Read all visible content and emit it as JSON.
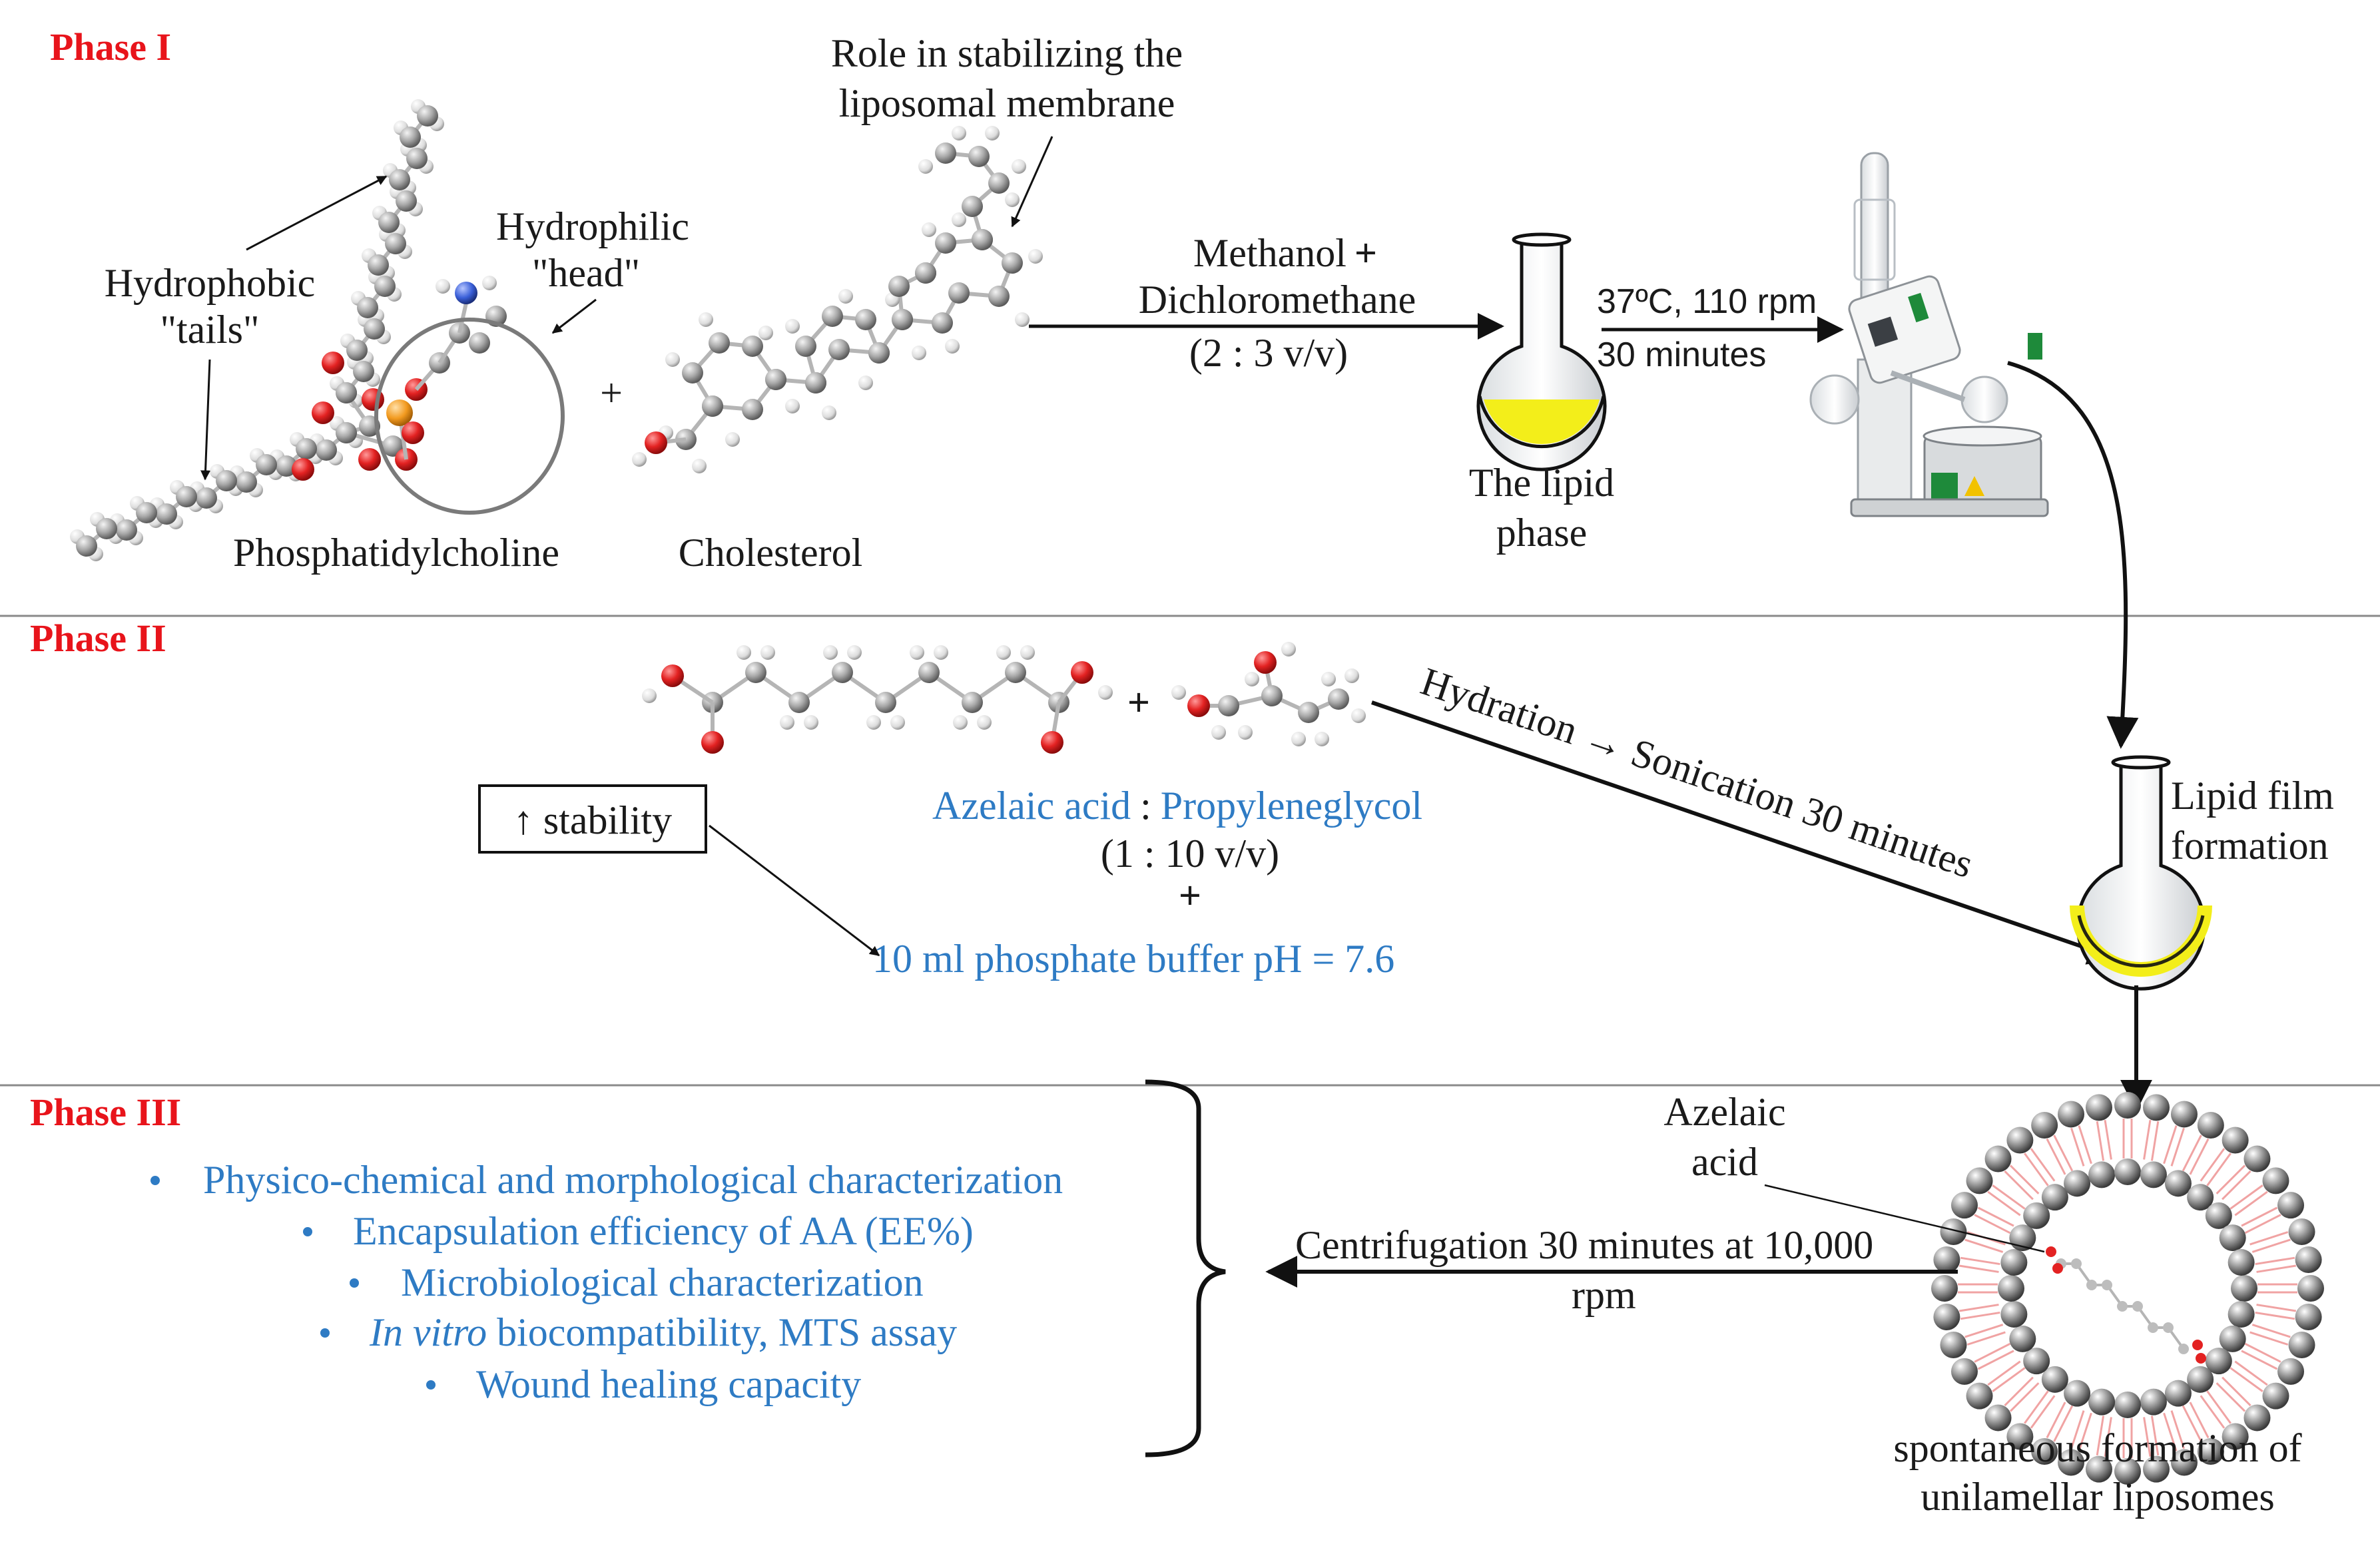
{
  "phases": {
    "phase1": "Phase I",
    "phase2": "Phase II",
    "phase3": "Phase III"
  },
  "phase1": {
    "role_line1": "Role in stabilizing the",
    "role_line2": "liposomal membrane",
    "hydrophilic_line1": "Hydrophilic",
    "hydrophilic_line2": "\"head\"",
    "hydrophobic_line1": "Hydrophobic",
    "hydrophobic_line2": "\"tails\"",
    "plus": "+",
    "phosphatidylcholine": "Phosphatidylcholine",
    "cholesterol": "Cholesterol",
    "solvent_line1": "Methanol",
    "solvent_plus": "+",
    "solvent_line2": "Dichloromethane",
    "solvent_ratio": "(2 : 3 v/v)",
    "lipid_phase_line1": "The lipid",
    "lipid_phase_line2": "phase",
    "evap_line1": "37ºC, 110 rpm",
    "evap_line2": "30 minutes"
  },
  "phase2": {
    "plus1": "+",
    "azelaic": "Azelaic acid",
    "colon": ":",
    "propylene": "Propyleneglycol",
    "ratio": "(1 : 10 v/v)",
    "plus2": "+",
    "buffer": "10 ml phosphate buffer pH = 7.6",
    "stability": "↑ stability",
    "hydration": "Hydration → Sonication 30 minutes",
    "lipid_film_line1": "Lipid film",
    "lipid_film_line2": "formation"
  },
  "phase3": {
    "items": [
      {
        "text": "Physico-chemical and morphological characterization"
      },
      {
        "text": "Encapsulation efficiency of AA (EE%)"
      },
      {
        "text": "Microbiological characterization"
      },
      {
        "italic": "In vitro",
        "text": " biocompatibility, MTS assay"
      },
      {
        "text": "Wound healing capacity"
      }
    ],
    "centrifugation_line1": "Centrifugation 30 minutes at 10,000",
    "centrifugation_line2": "rpm",
    "azelaic_line1": "Azelaic",
    "azelaic_line2": "acid",
    "liposome_line1": "spontaneous formation of",
    "liposome_line2": "unilamellar liposomes"
  },
  "colors": {
    "phase_red": "#e8141b",
    "text_blue": "#2e7bc4",
    "atom_gray": "#9a9a9a",
    "oxygen_red": "#e32222",
    "phosphorus_orange": "#f29a1f",
    "nitrogen_blue": "#3a5fd8",
    "lipid_yellow": "#f3ee1a"
  }
}
